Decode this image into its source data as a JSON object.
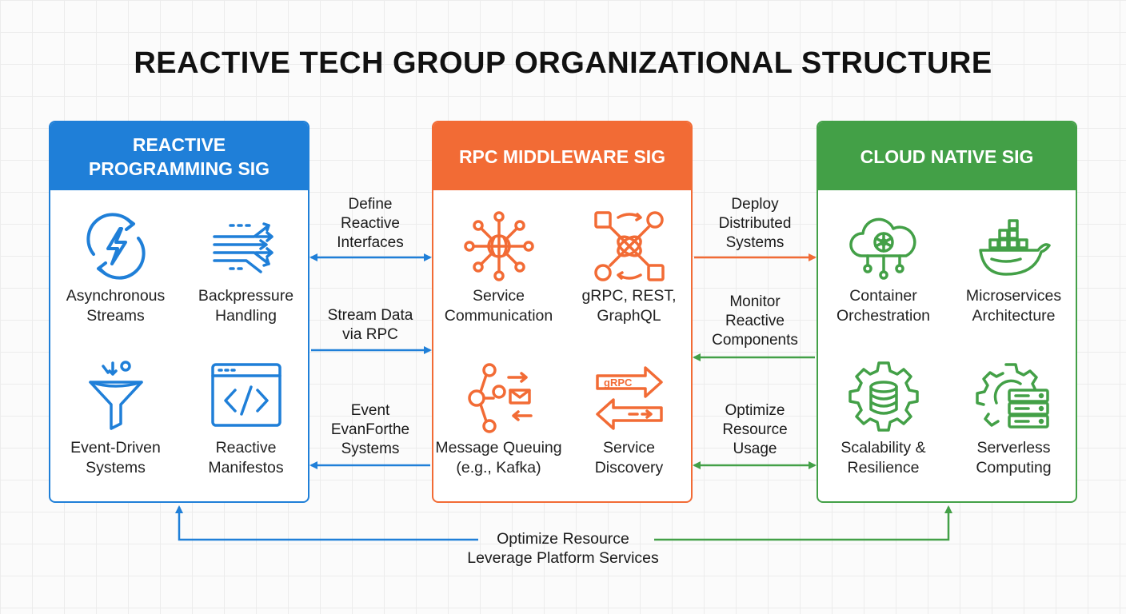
{
  "title": "REACTIVE TECH GROUP ORGANIZATIONAL STRUCTURE",
  "colors": {
    "blue": "#1f7fd8",
    "orange": "#f26b35",
    "green": "#43a047"
  },
  "panels": [
    {
      "header_lines": [
        "REACTIVE",
        "PROGRAMMING SIG"
      ],
      "items": [
        {
          "lines": [
            "Asynchronous",
            "Streams"
          ],
          "icon": "async-bolt-icon"
        },
        {
          "lines": [
            "Backpressure",
            "Handling"
          ],
          "icon": "flow-arrows-icon"
        },
        {
          "lines": [
            "Event-Driven",
            "Systems"
          ],
          "icon": "funnel-icon"
        },
        {
          "lines": [
            "Reactive",
            "Manifestos"
          ],
          "icon": "code-window-icon"
        }
      ]
    },
    {
      "header_lines": [
        "RPC MIDDLEWARE SIG"
      ],
      "items": [
        {
          "lines": [
            "Service",
            "Communication"
          ],
          "icon": "network-globe-icon"
        },
        {
          "lines": [
            "gRPC, REST,",
            "GraphQL"
          ],
          "icon": "protocol-knot-icon"
        },
        {
          "lines": [
            "Message Queuing",
            "(e.g., Kafka)"
          ],
          "icon": "message-queue-icon"
        },
        {
          "lines": [
            "Service",
            "Discovery"
          ],
          "icon": "grpc-arrows-icon"
        }
      ]
    },
    {
      "header_lines": [
        "CLOUD NATIVE SIG"
      ],
      "items": [
        {
          "lines": [
            "Container",
            "Orchestration"
          ],
          "icon": "cloud-helm-icon"
        },
        {
          "lines": [
            "Microservices",
            "Architecture"
          ],
          "icon": "docker-whale-icon"
        },
        {
          "lines": [
            "Scalability &",
            "Resilience"
          ],
          "icon": "gear-database-icon"
        },
        {
          "lines": [
            "Serverless",
            "Computing"
          ],
          "icon": "gear-server-icon"
        }
      ]
    }
  ],
  "edges_left": [
    {
      "lines": [
        "Define",
        "Reactive",
        "Interfaces"
      ]
    },
    {
      "lines": [
        "Stream Data",
        "via RPC"
      ]
    },
    {
      "lines": [
        "Event",
        "EvanForthe",
        "Systems"
      ]
    }
  ],
  "edges_right": [
    {
      "lines": [
        "Deploy",
        "Distributed",
        "Systems"
      ]
    },
    {
      "lines": [
        "Monitor",
        "Reactive",
        "Components"
      ]
    },
    {
      "lines": [
        "Optimize",
        "Resource",
        "Usage"
      ]
    }
  ],
  "bottom_lines": [
    "Optimize Resource",
    "Leverage Platform Services"
  ]
}
